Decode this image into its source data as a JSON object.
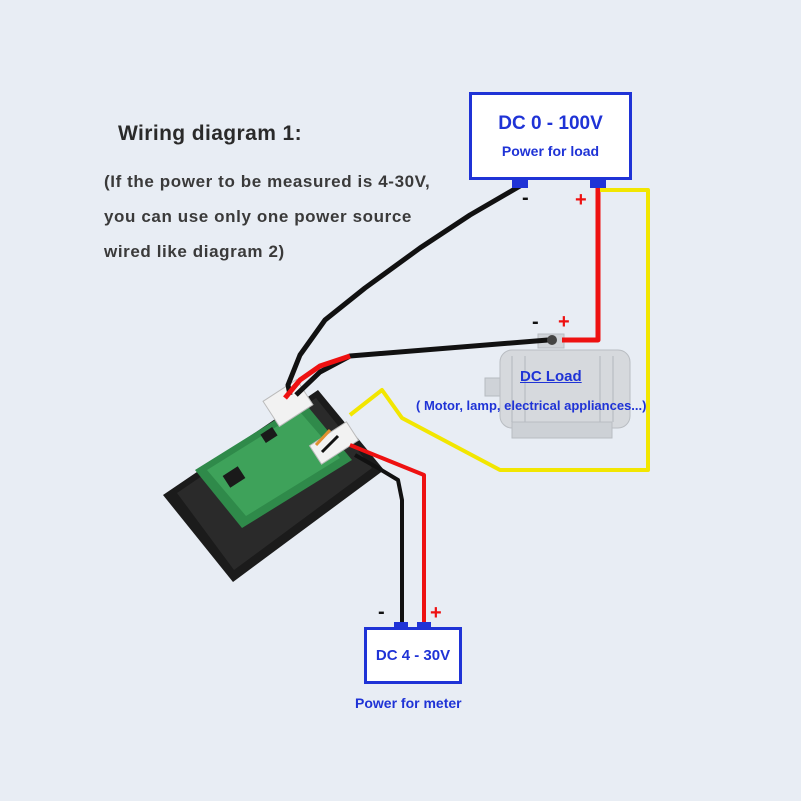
{
  "heading": {
    "title": "Wiring diagram 1:",
    "note_lines": [
      "(If the power to be measured is 4-30V,",
      "you can use only one power source",
      "wired like diagram 2)"
    ]
  },
  "load_supply": {
    "label": "DC 0 - 100V",
    "sublabel": "Power for load",
    "minus": "-",
    "plus": "+"
  },
  "load": {
    "label": "DC Load",
    "description": "( Motor, lamp, electrical appliances...)",
    "minus": "-",
    "plus": "+"
  },
  "meter_supply": {
    "label": "DC 4 - 30V",
    "sublabel": "Power for meter",
    "minus": "-",
    "plus": "+"
  },
  "wire_colors": {
    "black": "#111111",
    "red": "#ee1111",
    "yellow": "#f2e600"
  },
  "accent_color": "#1f33d6"
}
